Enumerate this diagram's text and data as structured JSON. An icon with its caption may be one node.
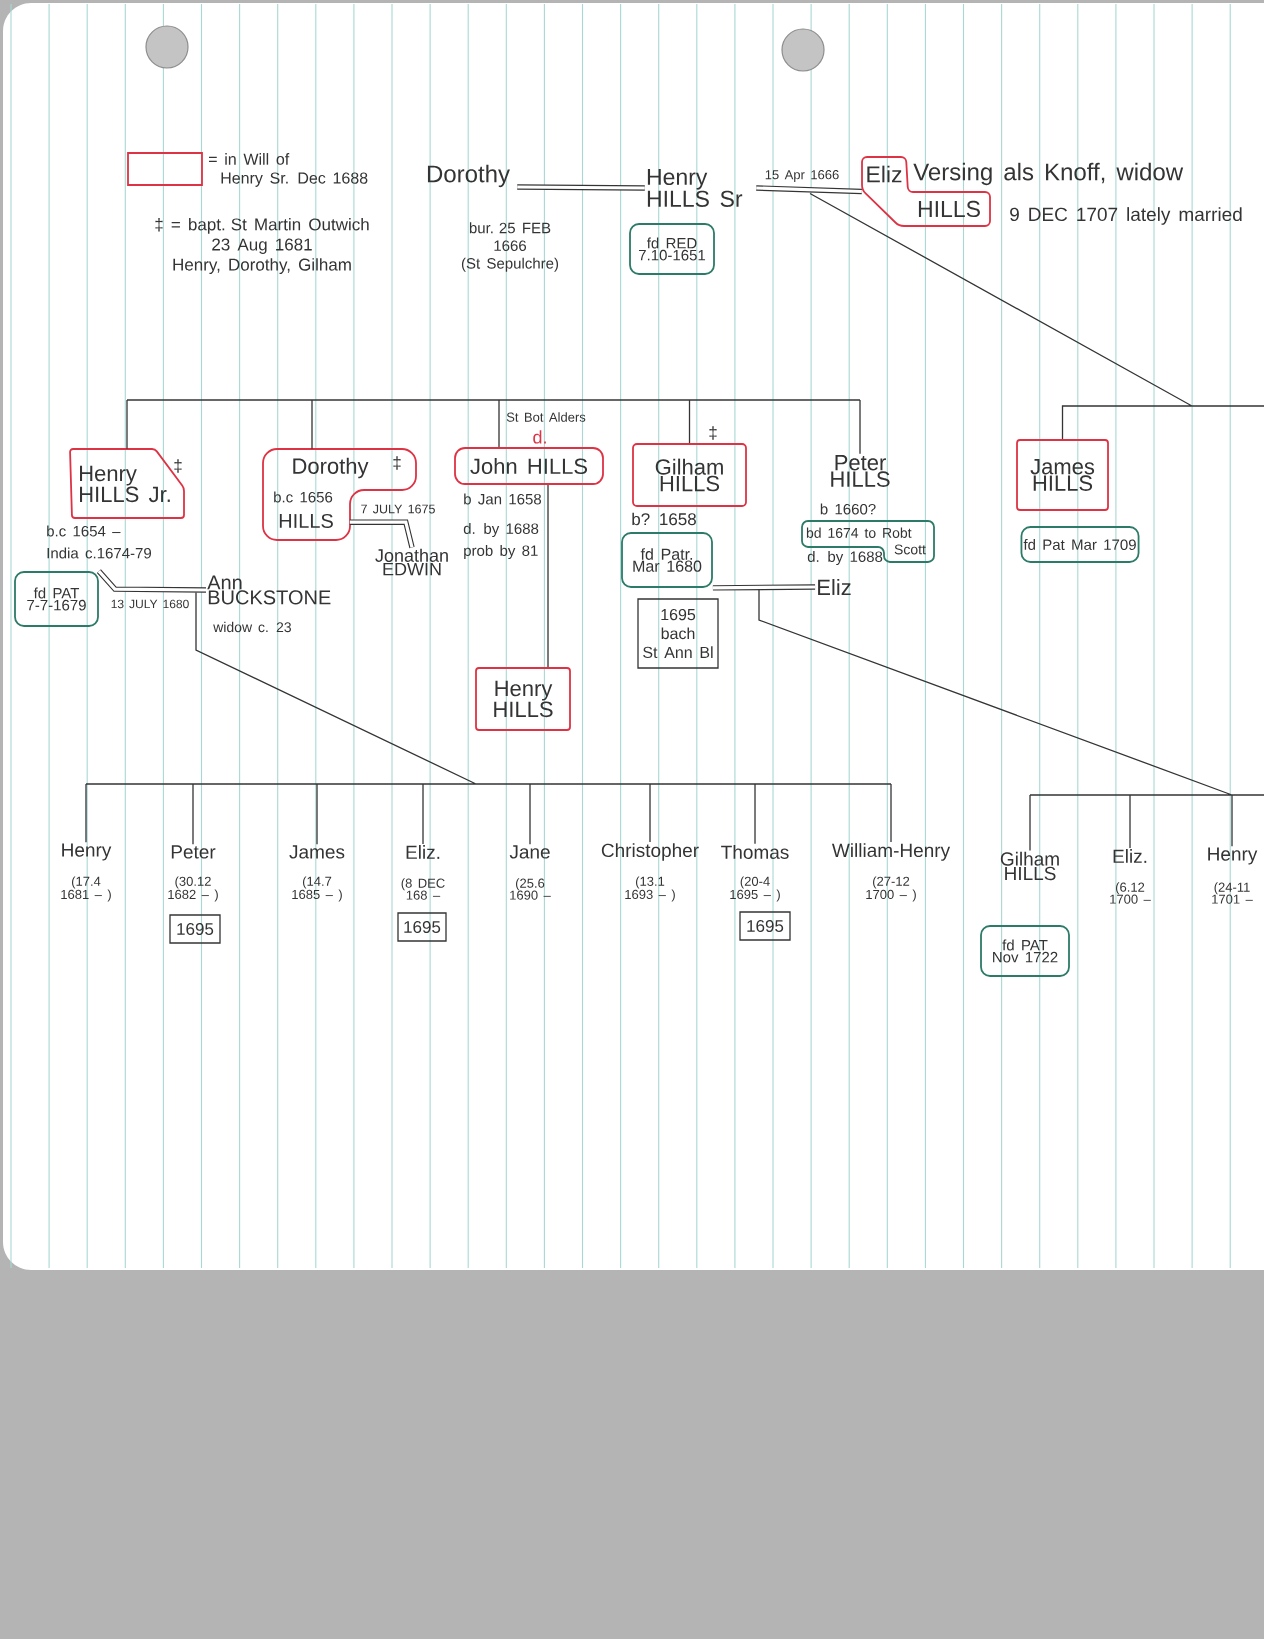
{
  "diagram": {
    "nodes": [
      {
        "text": [
          "Dorothy"
        ],
        "beside": [
          "bur. 25 FEB 1666 (St Sepulchre)"
        ]
      },
      {
        "text": [
          "Henry HILLS Sr"
        ]
      },
      {
        "text": [
          "Eliz",
          "HILLS"
        ],
        "beside": [
          "Versing als Knoff, widow",
          "9 DEC 1707 lately married"
        ]
      },
      {
        "text": [
          "fd RED 7.10-1651"
        ]
      },
      {
        "text": [
          "Henry HILLS Jr."
        ],
        "beside": [
          "‡",
          "b.c 1654 –",
          "India c.1674-79"
        ]
      },
      {
        "text": [
          "Dorothy",
          "‡",
          "b.c 1656",
          "HILLS"
        ]
      },
      {
        "text": [
          "John HILLS"
        ],
        "beside": [
          "St Bot Alders",
          "d.",
          "b Jan 1658",
          "d. by 1688",
          "prob by 81"
        ]
      },
      {
        "text": [
          "Gilham HILLS"
        ],
        "beside": [
          "‡",
          "b? 1658"
        ]
      },
      {
        "text": [
          "Peter HILLS"
        ]
      },
      {
        "text": [
          "James HILLS"
        ]
      },
      {
        "text": [
          "bd 1674 to Robt Scott"
        ]
      },
      {
        "text": [
          "fd Pat Mar 1709"
        ]
      },
      {
        "text": [
          "fd PAT 7-7-1679"
        ]
      },
      {
        "text": [
          "Jonathan EDWIN"
        ]
      },
      {
        "text": [
          "fd Patr. Mar 1680"
        ]
      },
      {
        "text": [
          "Ann BUCKSTONE"
        ],
        "beside": [
          "widow c. 23"
        ]
      },
      {
        "text": [
          "Eliz"
        ]
      },
      {
        "text": [
          "1695 bach St Ann Bl"
        ]
      },
      {
        "text": [
          "Henry HILLS"
        ]
      },
      {
        "text": [
          "Henry"
        ],
        "beside": [
          "(17.4 1681 – )"
        ]
      },
      {
        "text": [
          "Peter"
        ],
        "beside": [
          "(30.12 1682 – )"
        ]
      },
      {
        "text": [
          "James"
        ],
        "beside": [
          "(14.7 1685 – )"
        ]
      },
      {
        "text": [
          "Eliz."
        ],
        "beside": [
          "(8 DEC 168 –"
        ]
      },
      {
        "text": [
          "Jane"
        ],
        "beside": [
          "(25.6 1690 –"
        ]
      },
      {
        "text": [
          "Christopher"
        ],
        "beside": [
          "(13.1 1693 – )"
        ]
      },
      {
        "text": [
          "Thomas"
        ],
        "beside": [
          "(20-4 1695 – )"
        ]
      },
      {
        "text": [
          "William-Henry"
        ],
        "beside": [
          "(27-12 1700 – )"
        ]
      },
      {
        "text": [
          "Gilham HILLS"
        ]
      },
      {
        "text": [
          "Eliz."
        ],
        "beside": [
          "(6.12 1700 –"
        ]
      },
      {
        "text": [
          "Henry"
        ],
        "beside": [
          "(24-11 1701 –"
        ]
      },
      {
        "text": [
          "1695"
        ]
      },
      {
        "text": [
          "1695"
        ]
      },
      {
        "text": [
          "1695"
        ]
      },
      {
        "text": [
          "fd PAT Nov 1722"
        ]
      }
    ],
    "edges": [
      {
        "from": 0,
        "to": 1,
        "arrow": "none",
        "style": "thick"
      },
      {
        "from": 1,
        "to": 2,
        "arrow": "none",
        "style": "thick",
        "label": "15 Apr 1666"
      },
      {
        "from": null,
        "to": 9,
        "arrow": "none"
      },
      {
        "from": null,
        "to": 4,
        "arrow": "none"
      },
      {
        "from": null,
        "to": 5,
        "arrow": "none"
      },
      {
        "from": null,
        "to": 6,
        "arrow": "none"
      },
      {
        "from": null,
        "to": 7,
        "arrow": "none"
      },
      {
        "from": null,
        "to": 8,
        "arrow": "none"
      },
      {
        "from": 12,
        "to": 15,
        "arrow": "none",
        "style": "thick",
        "label": "13 JULY 1680"
      },
      {
        "from": 5,
        "to": 13,
        "arrow": "none",
        "style": "thick",
        "label": "7 JULY 1675"
      },
      {
        "from": 6,
        "to": 18,
        "arrow": "none"
      },
      {
        "from": 14,
        "to": 16,
        "arrow": "none",
        "style": "thick"
      },
      {
        "from": null,
        "to": 19,
        "arrow": "none"
      },
      {
        "from": null,
        "to": 20,
        "arrow": "none"
      },
      {
        "from": null,
        "to": 21,
        "arrow": "none"
      },
      {
        "from": null,
        "to": 22,
        "arrow": "none"
      },
      {
        "from": null,
        "to": 23,
        "arrow": "none"
      },
      {
        "from": null,
        "to": 24,
        "arrow": "none"
      },
      {
        "from": null,
        "to": 25,
        "arrow": "none"
      },
      {
        "from": null,
        "to": 26,
        "arrow": "none"
      },
      {
        "from": null,
        "to": 27,
        "arrow": "none"
      },
      {
        "from": null,
        "to": 28,
        "arrow": "none"
      },
      {
        "from": null,
        "to": 29,
        "arrow": "none"
      }
    ],
    "labels": [
      "b 1660?",
      "d. by 1688"
    ],
    "legend": [
      {
        "text": "= in Will of Henry Sr. Dec 1688"
      },
      {
        "text": "‡ = bapt. St Martin Outwich 23 Aug 1681 Henry, Dorothy, Gilham"
      }
    ]
  }
}
